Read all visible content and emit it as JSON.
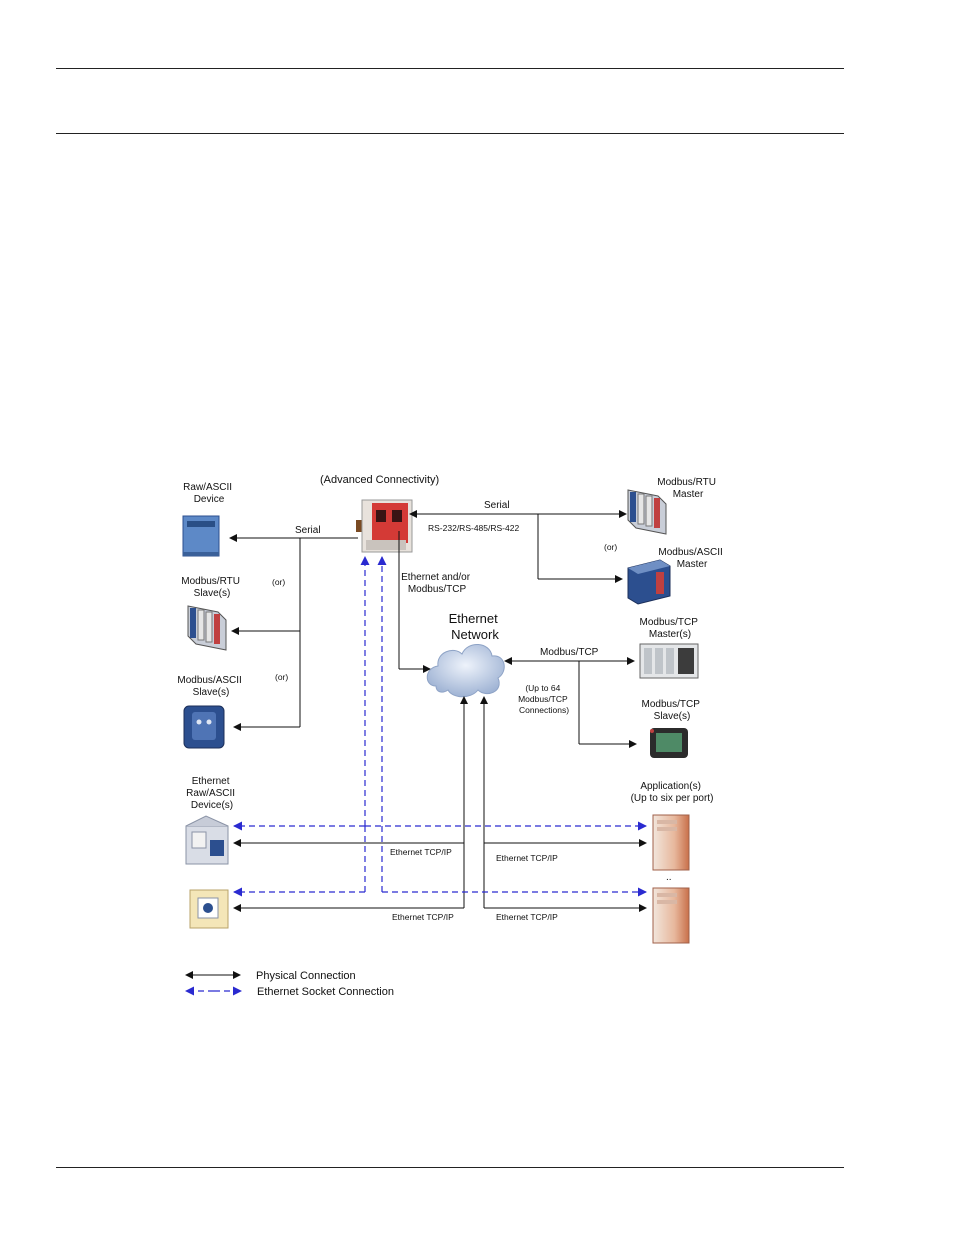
{
  "diagram": {
    "gateway_label": "(Advanced Connectivity)",
    "left_devices": {
      "raw_ascii": [
        "Raw/ASCII",
        "Device"
      ],
      "rtu_slave": [
        "Modbus/RTU",
        "Slave(s)"
      ],
      "ascii_slave": [
        "Modbus/ASCII",
        "Slave(s)"
      ],
      "eth_raw": [
        "Ethernet",
        "Raw/ASCII",
        "Device(s)"
      ]
    },
    "right_devices": {
      "rtu_master": [
        "Modbus/RTU",
        "Master"
      ],
      "ascii_master": [
        "Modbus/ASCII",
        "Master"
      ],
      "tcp_master": [
        "Modbus/TCP",
        "Master(s)"
      ],
      "tcp_slave": [
        "Modbus/TCP",
        "Slave(s)"
      ],
      "apps": [
        "Application(s)",
        "(Up to six per port)"
      ]
    },
    "network": [
      "Ethernet",
      "Network"
    ],
    "connections": {
      "serial_left": "Serial",
      "serial_right": "Serial",
      "rs_label": "RS-232/RS-485/RS-422",
      "or1": "(or)",
      "or2": "(or)",
      "or3": "(or)",
      "eth_modbus": [
        "Ethernet and/or",
        "Modbus/TCP"
      ],
      "modbus_tcp": "Modbus/TCP",
      "tcp_limit": [
        "(Up to 64",
        "Modbus/TCP",
        "Connections)"
      ],
      "tcp1": "Ethernet TCP/IP",
      "tcp2": "Ethernet TCP/IP",
      "tcp3": "Ethernet TCP/IP",
      "tcp4": "Ethernet TCP/IP",
      "dots": ".."
    },
    "legend": {
      "physical": "Physical Connection",
      "socket": "Ethernet Socket Connection"
    }
  },
  "colors": {
    "socket_line": "#2a2ad0",
    "physical_line": "#111111",
    "gateway_red": "#d43a36",
    "plc_blue": "#2c4f8f"
  }
}
